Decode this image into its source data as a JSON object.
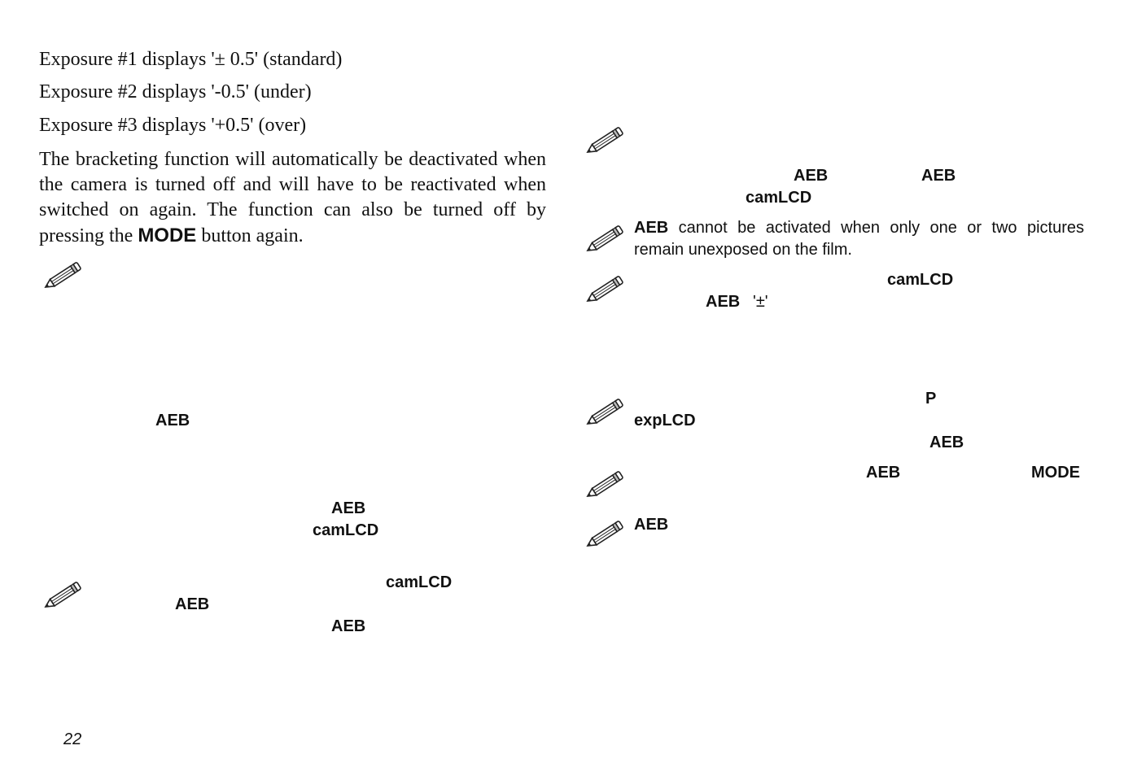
{
  "left_column": {
    "exposure_lines": [
      "Exposure #1 displays '± 0.5' (standard)",
      "Exposure #2 displays '-0.5' (under)",
      "Exposure #3 displays '+0.5' (over)"
    ],
    "paragraph": {
      "text_before": "The bracketing function will automatically be deactivated when the camera is turned off and will have to be reactivated when switched on again. The function can also be turned off by pressing the ",
      "keyword": "MODE",
      "text_after": " button again."
    },
    "fragments": {
      "aeb_a": "AEB",
      "aeb_b": "AEB",
      "camlcd_a": "camLCD",
      "camlcd_b": "camLCD",
      "aeb_c": "AEB",
      "aeb_d": "AEB"
    }
  },
  "right_column": {
    "fragments": {
      "aeb_1": "AEB",
      "aeb_2": "AEB",
      "camlcd_1": "camLCD",
      "camlcd_2": "camLCD",
      "aeb_3": "AEB",
      "plusminus": "'±'",
      "p": "P",
      "explcd": "expLCD",
      "aeb_4": "AEB",
      "aeb_5": "AEB",
      "mode": "MODE",
      "aeb_6": "AEB"
    },
    "note_aeb": {
      "keyword": "AEB",
      "text": " cannot be activated when only one or two pictures remain unexposed on the film."
    }
  },
  "footer": {
    "page_number": "22"
  },
  "icons": [
    "pencil-icon"
  ]
}
